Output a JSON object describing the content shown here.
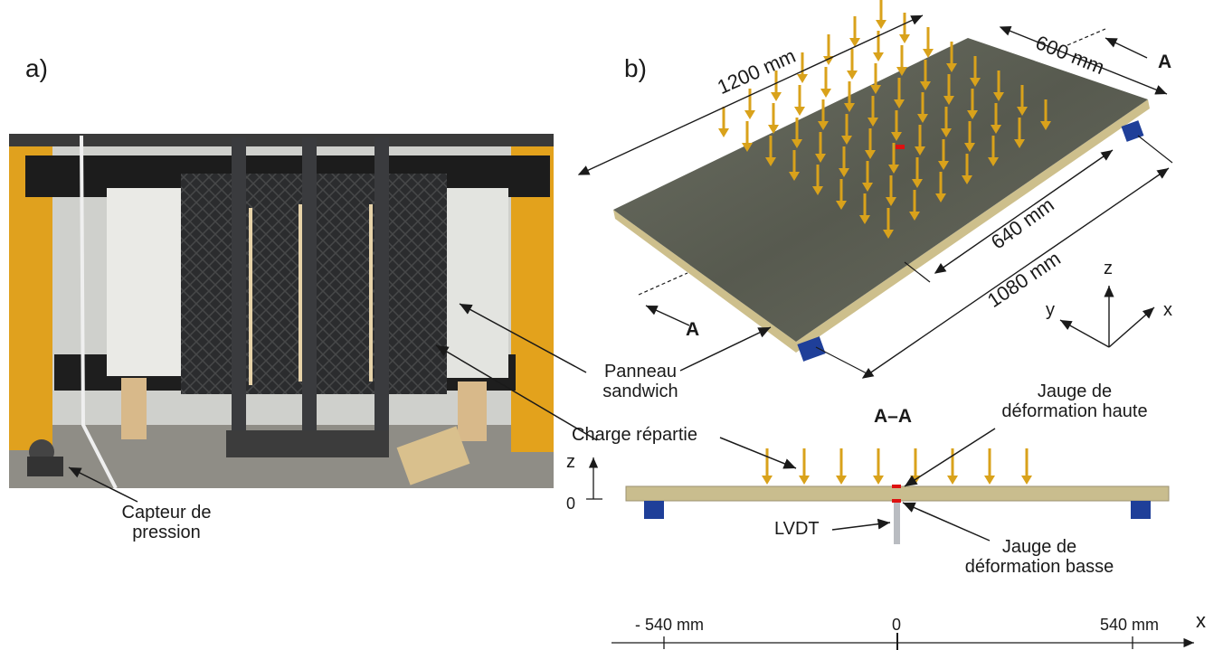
{
  "panel_a": {
    "letter": "a)"
  },
  "panel_b": {
    "letter": "b)"
  },
  "labels": {
    "capteur_line1": "Capteur de",
    "capteur_line2": "pression",
    "panneau_line1": "Panneau",
    "panneau_line2": "sandwich",
    "charge": "Charge répartie",
    "jauge_haute_line1": "Jauge de",
    "jauge_haute_line2": "déformation haute",
    "jauge_basse_line1": "Jauge de",
    "jauge_basse_line2": "déformation basse",
    "lvdt": "LVDT"
  },
  "dimensions": {
    "length": "1200 mm",
    "width": "600 mm",
    "inner_length": "1080 mm",
    "inner_width": "640 mm"
  },
  "section": {
    "marker": "A",
    "title": "A–A"
  },
  "axes3d": {
    "z": "z",
    "y": "y",
    "x": "x"
  },
  "section_axis": {
    "z": "z",
    "zero": "0"
  },
  "x_axis": {
    "label": "x",
    "ticks": [
      "- 540 mm",
      "0",
      "540 mm"
    ]
  },
  "colors": {
    "arrow": "#d9a21b",
    "support": "#1f3f99",
    "slab": "#5a5d52",
    "frame": "#e3a21c"
  }
}
